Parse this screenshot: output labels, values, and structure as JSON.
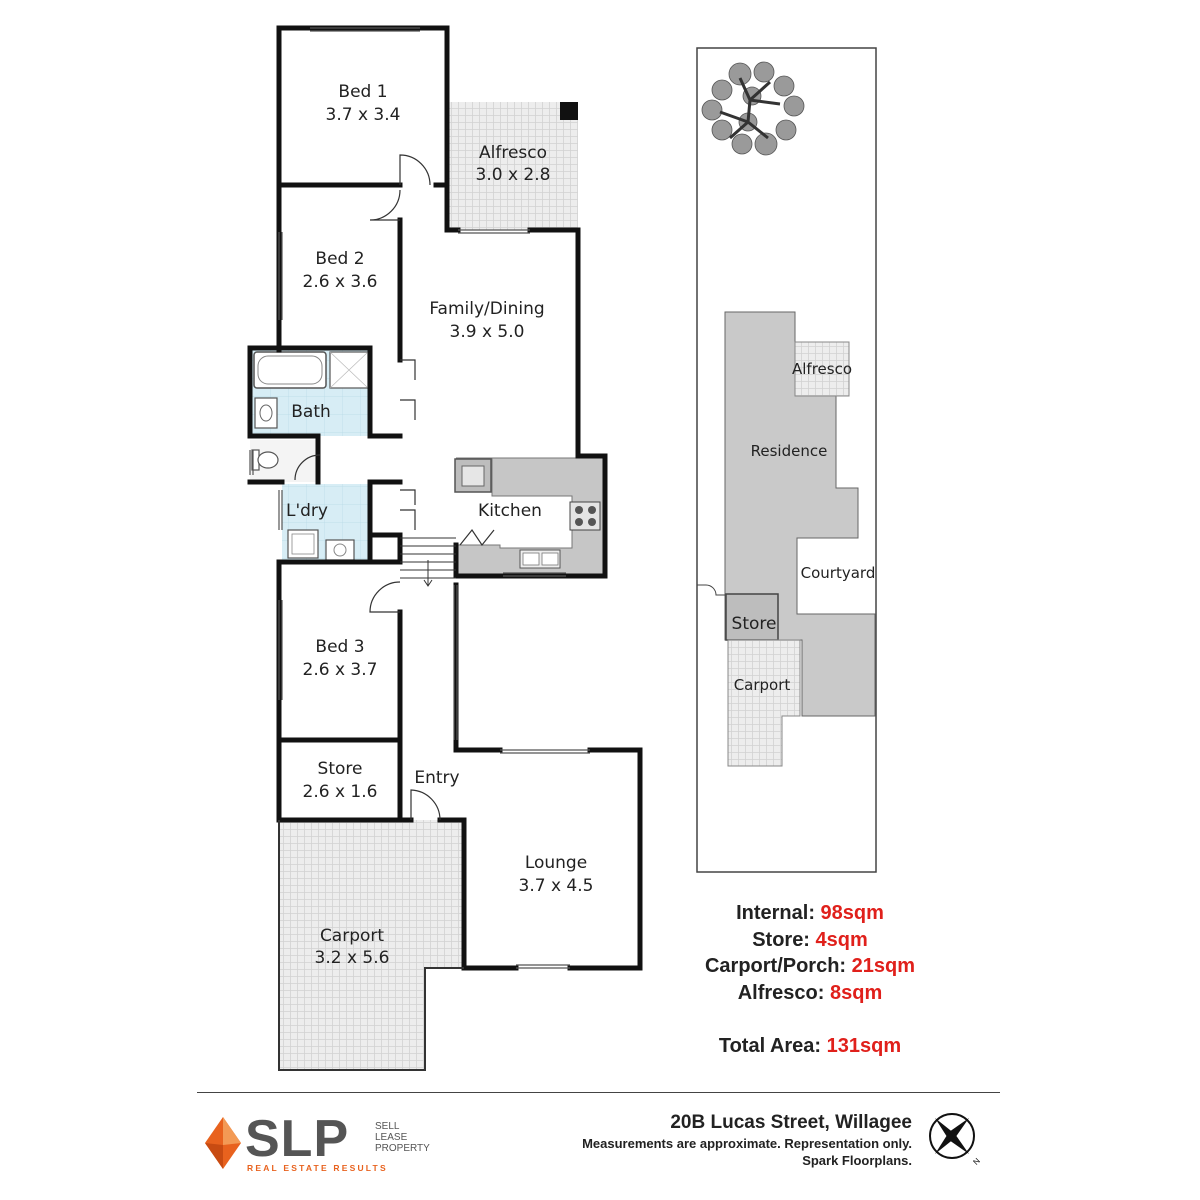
{
  "rooms": {
    "bed1": {
      "name": "Bed 1",
      "dims": "3.7 x 3.4"
    },
    "bed2": {
      "name": "Bed 2",
      "dims": "2.6 x 3.6"
    },
    "alfresco": {
      "name": "Alfresco",
      "dims": "3.0 x 2.8"
    },
    "family": {
      "name": "Family/Dining",
      "dims": "3.9 x 5.0"
    },
    "bath": {
      "name": "Bath"
    },
    "laundry": {
      "name": "L'dry"
    },
    "kitchen": {
      "name": "Kitchen"
    },
    "bed3": {
      "name": "Bed 3",
      "dims": "2.6 x 3.7"
    },
    "store": {
      "name": "Store",
      "dims": "2.6 x 1.6"
    },
    "entry": {
      "name": "Entry"
    },
    "lounge": {
      "name": "Lounge",
      "dims": "3.7 x 4.5"
    },
    "carport": {
      "name": "Carport",
      "dims": "3.2 x 5.6"
    }
  },
  "site_plan": {
    "alfresco": "Alfresco",
    "residence": "Residence",
    "courtyard": "Courtyard",
    "store": "Store",
    "carport": "Carport"
  },
  "areas": [
    {
      "label": "Internal:",
      "value": "98sqm"
    },
    {
      "label": "Store:",
      "value": "4sqm"
    },
    {
      "label": "Carport/Porch:",
      "value": "21sqm"
    },
    {
      "label": "Alfresco:",
      "value": "8sqm"
    }
  ],
  "total": {
    "label": "Total Area:",
    "value": "131sqm"
  },
  "footer": {
    "address": "20B Lucas Street, Willagee",
    "note1": "Measurements are approximate.  Representation only.",
    "note2": "Spark Floorplans.",
    "compass_letter": "N"
  },
  "logo": {
    "brand": "SLP",
    "sub1": "SELL",
    "sub2": "LEASE",
    "sub3": "PROPERTY",
    "tagline": "REAL ESTATE RESULTS",
    "accent": "#e8621e"
  },
  "colors": {
    "wall": "#111111",
    "wet_area": "#d8eef5",
    "kitchen_bench": "#c8c8c8",
    "outdoor_tile": "#ececec",
    "area_value": "#e0201b"
  }
}
